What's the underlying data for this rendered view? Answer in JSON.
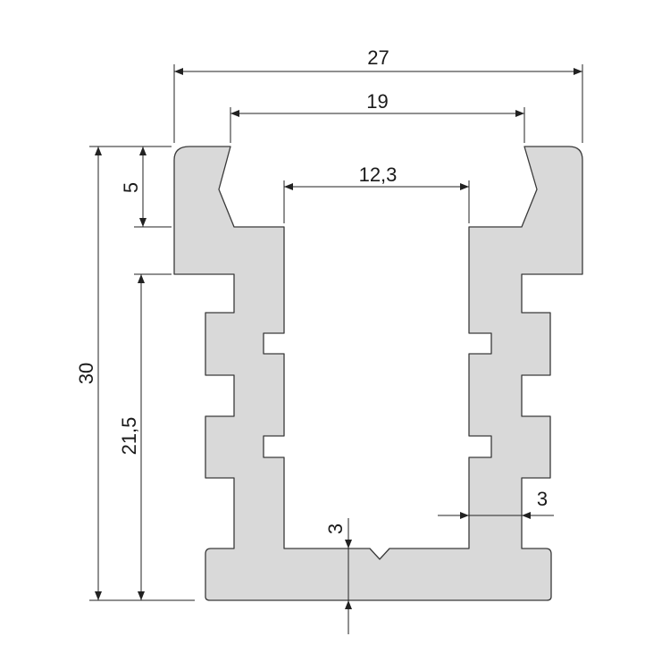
{
  "profile": {
    "fill_color": "#d9d9d9",
    "stroke_color": "#3a3a3a"
  },
  "dimensions": {
    "overall_width": "27",
    "opening_width": "19",
    "inner_width": "12,3",
    "overall_height": "30",
    "top_lip_height": "5",
    "body_height": "21,5",
    "wall_thickness": "3",
    "base_thickness": "3"
  }
}
